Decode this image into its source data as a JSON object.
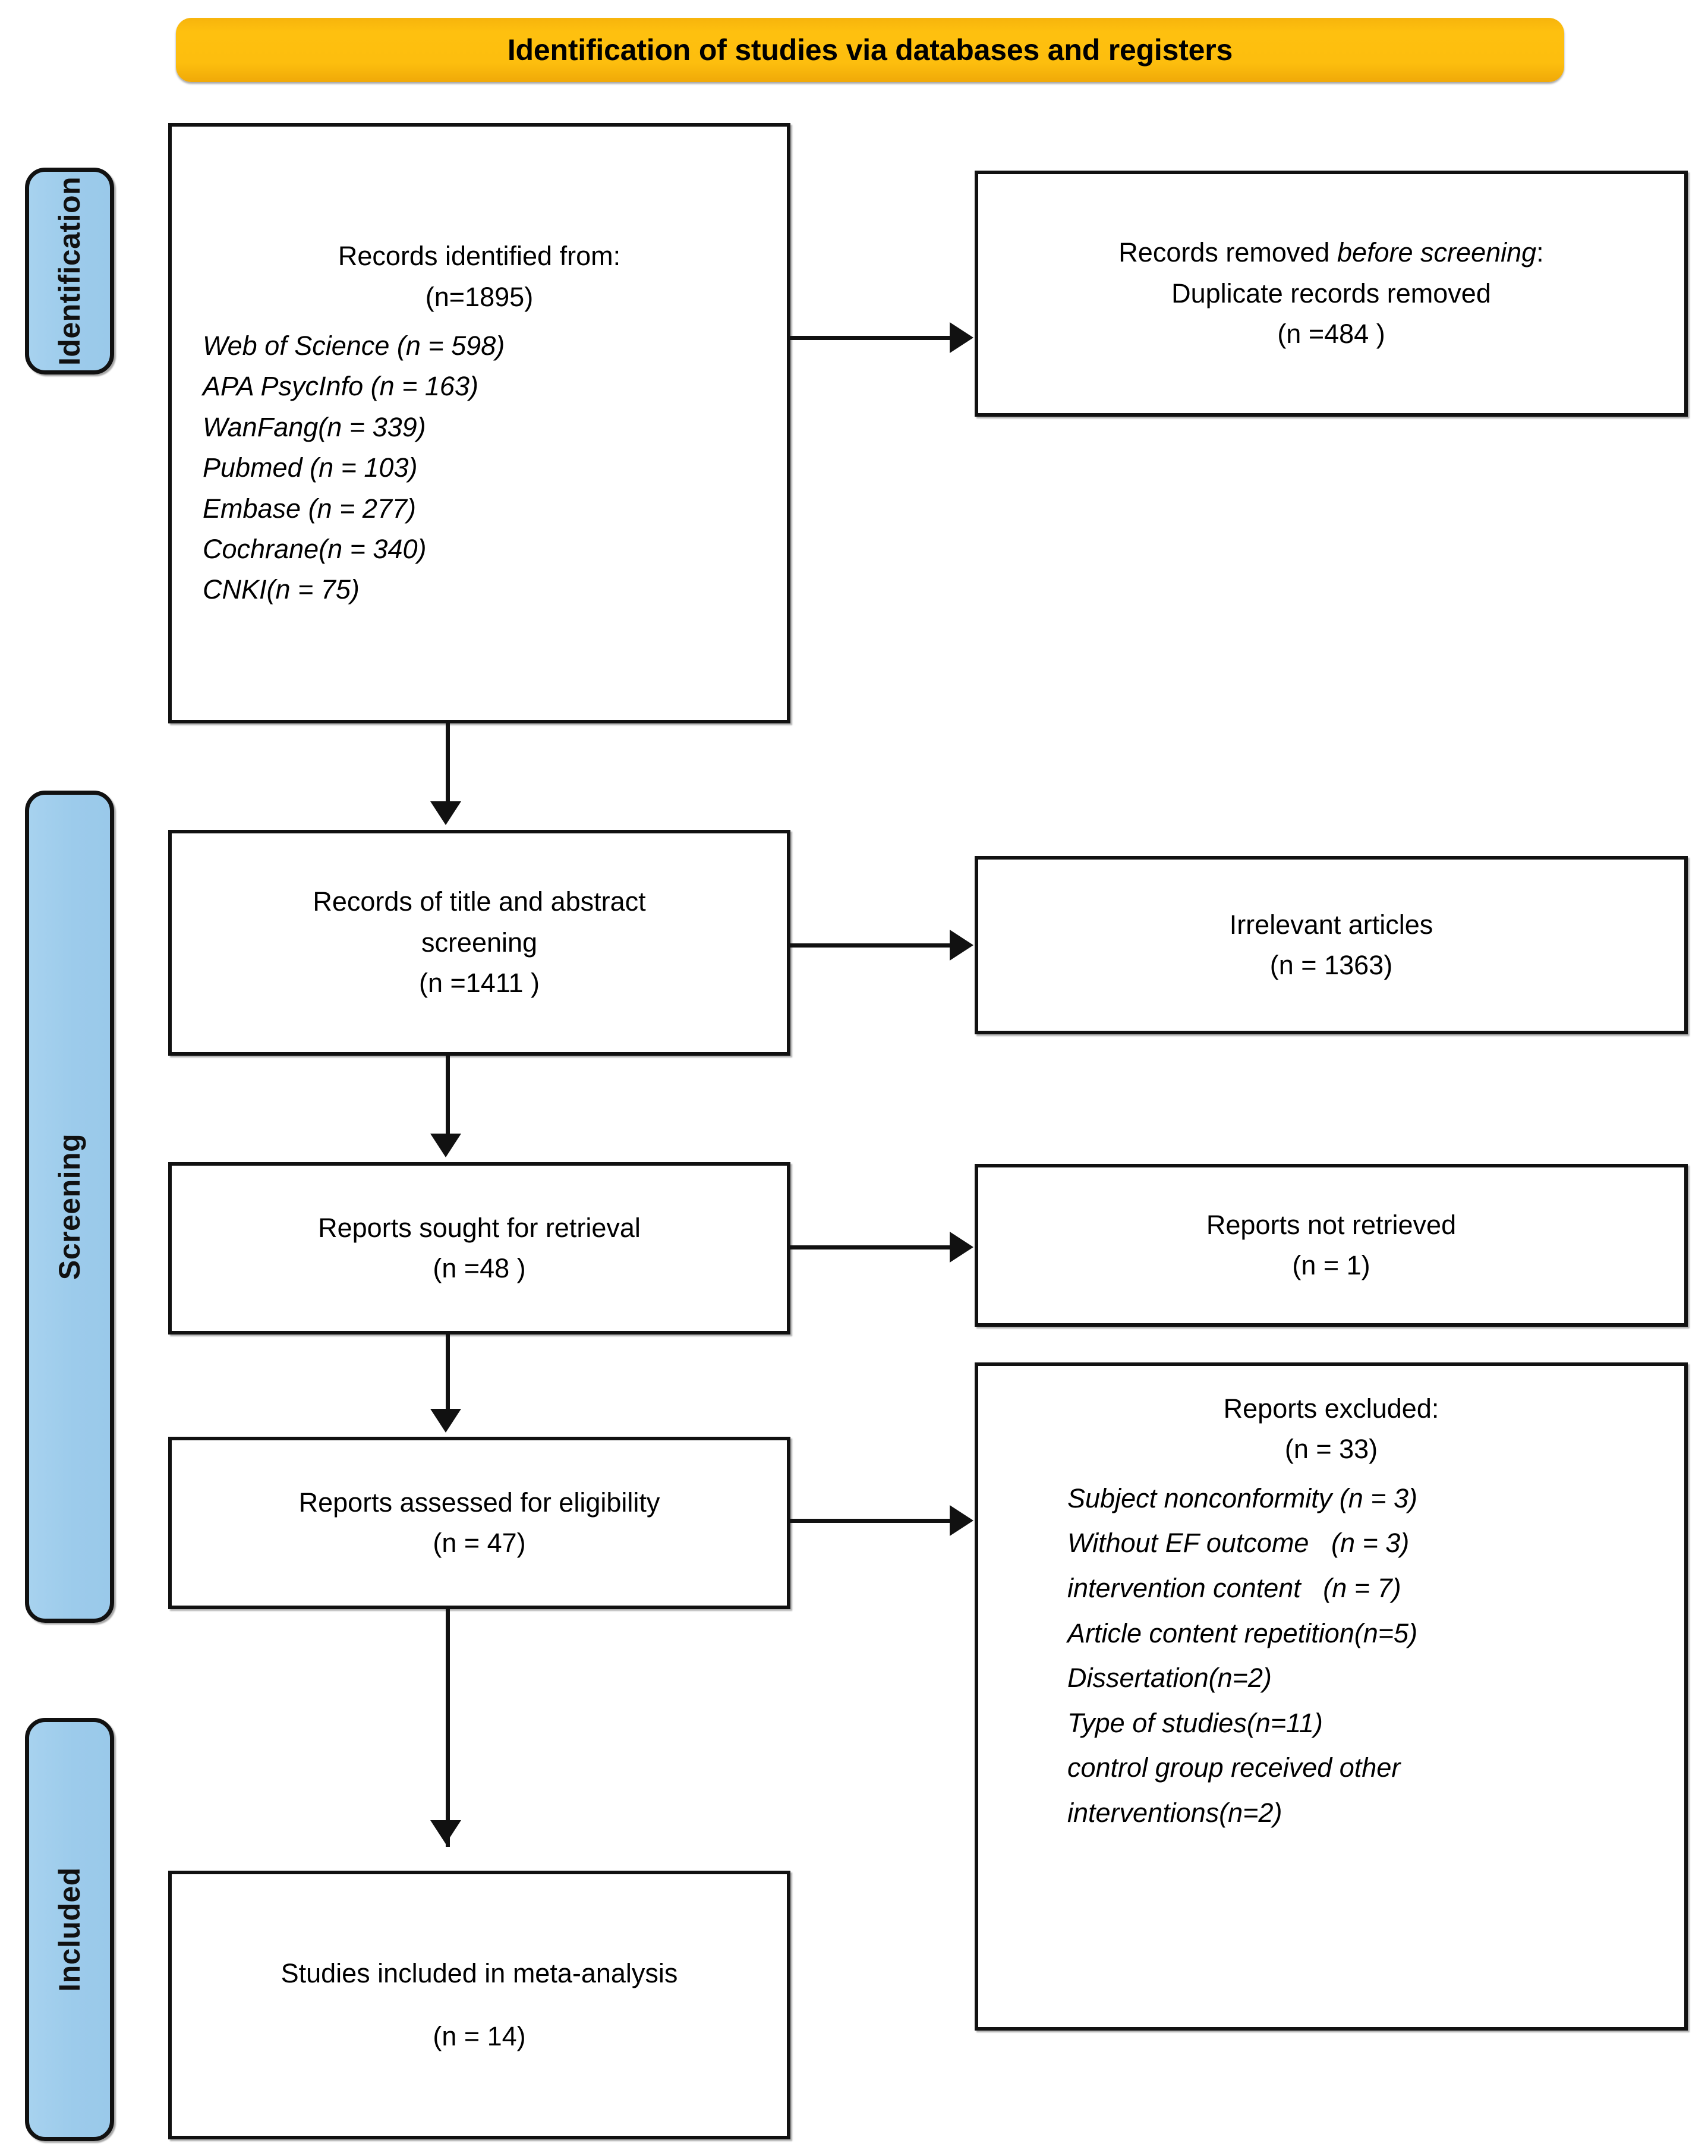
{
  "banner": {
    "title": "Identification of studies via databases and registers",
    "color": "#fdbe0e"
  },
  "stages": {
    "identification": "Identification",
    "screening": "Screening",
    "included": "Included",
    "color": "#9ccbeb"
  },
  "boxes": {
    "identified": {
      "heading": "Records identified from:",
      "total": "(n=1895)",
      "sources": [
        "Web of Science (n = 598)",
        "APA PsycInfo (n = 163)",
        "WanFang(n = 339)",
        "Pubmed (n = 103)",
        "Embase (n = 277)",
        "Cochrane(n = 340)",
        "CNKI(n = 75)"
      ]
    },
    "removed": {
      "line1_regular": "Records removed ",
      "line1_italic": "before screening",
      "line1_tail": ":",
      "line2": "Duplicate records removed",
      "count": "(n =484 )"
    },
    "title_abstract": {
      "line1": "Records of title and abstract",
      "line2": "screening",
      "count": "(n =1411 )"
    },
    "irrelevant": {
      "label": "Irrelevant articles",
      "count": "(n = 1363)"
    },
    "sought": {
      "label": "Reports sought for retrieval",
      "count": "(n =48 )"
    },
    "not_retrieved": {
      "label": "Reports not retrieved",
      "count": "(n = 1)"
    },
    "eligibility": {
      "label": "Reports assessed for eligibility",
      "count": "(n = 47)"
    },
    "excluded": {
      "heading": "Reports excluded:",
      "count": "(n = 33)",
      "reasons": [
        "Subject nonconformity (n = 3)",
        "Without EF outcome   (n = 3)",
        "intervention content   (n = 7)",
        "Article content repetition(n=5)",
        "Dissertation(n=2)",
        "Type of studies(n=11)",
        "control group received other",
        "interventions(n=2)"
      ]
    },
    "included": {
      "label": "Studies included in meta-analysis",
      "count": "(n = 14)"
    }
  }
}
